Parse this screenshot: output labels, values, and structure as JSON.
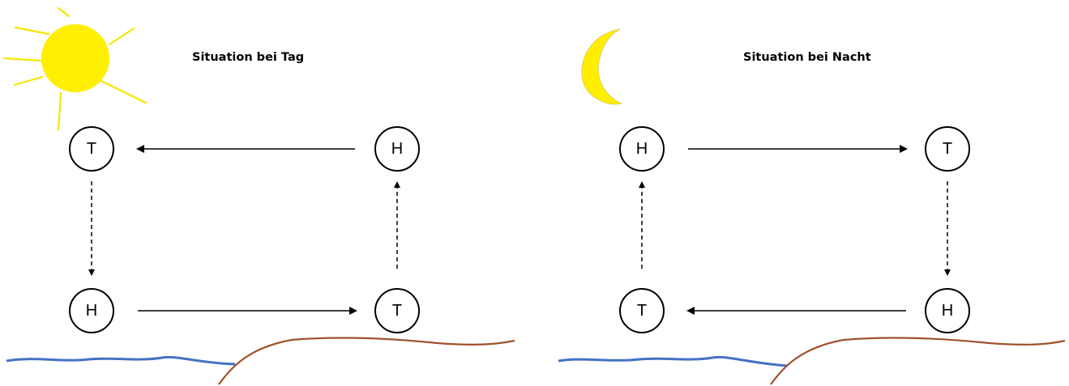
{
  "day": {
    "title": "Situation bei Tag",
    "nodes": {
      "top_left": "T",
      "top_right": "H",
      "bottom_left": "H",
      "bottom_right": "T"
    },
    "icon": "sun-icon"
  },
  "night": {
    "title": "Situation bei Nacht",
    "nodes": {
      "top_left": "H",
      "top_right": "T",
      "bottom_left": "T",
      "bottom_right": "H"
    },
    "icon": "moon-icon"
  },
  "colors": {
    "sun": "#ffef00",
    "moon": "#ffee00",
    "sea": "#4472c4",
    "land": "#a0522d"
  }
}
